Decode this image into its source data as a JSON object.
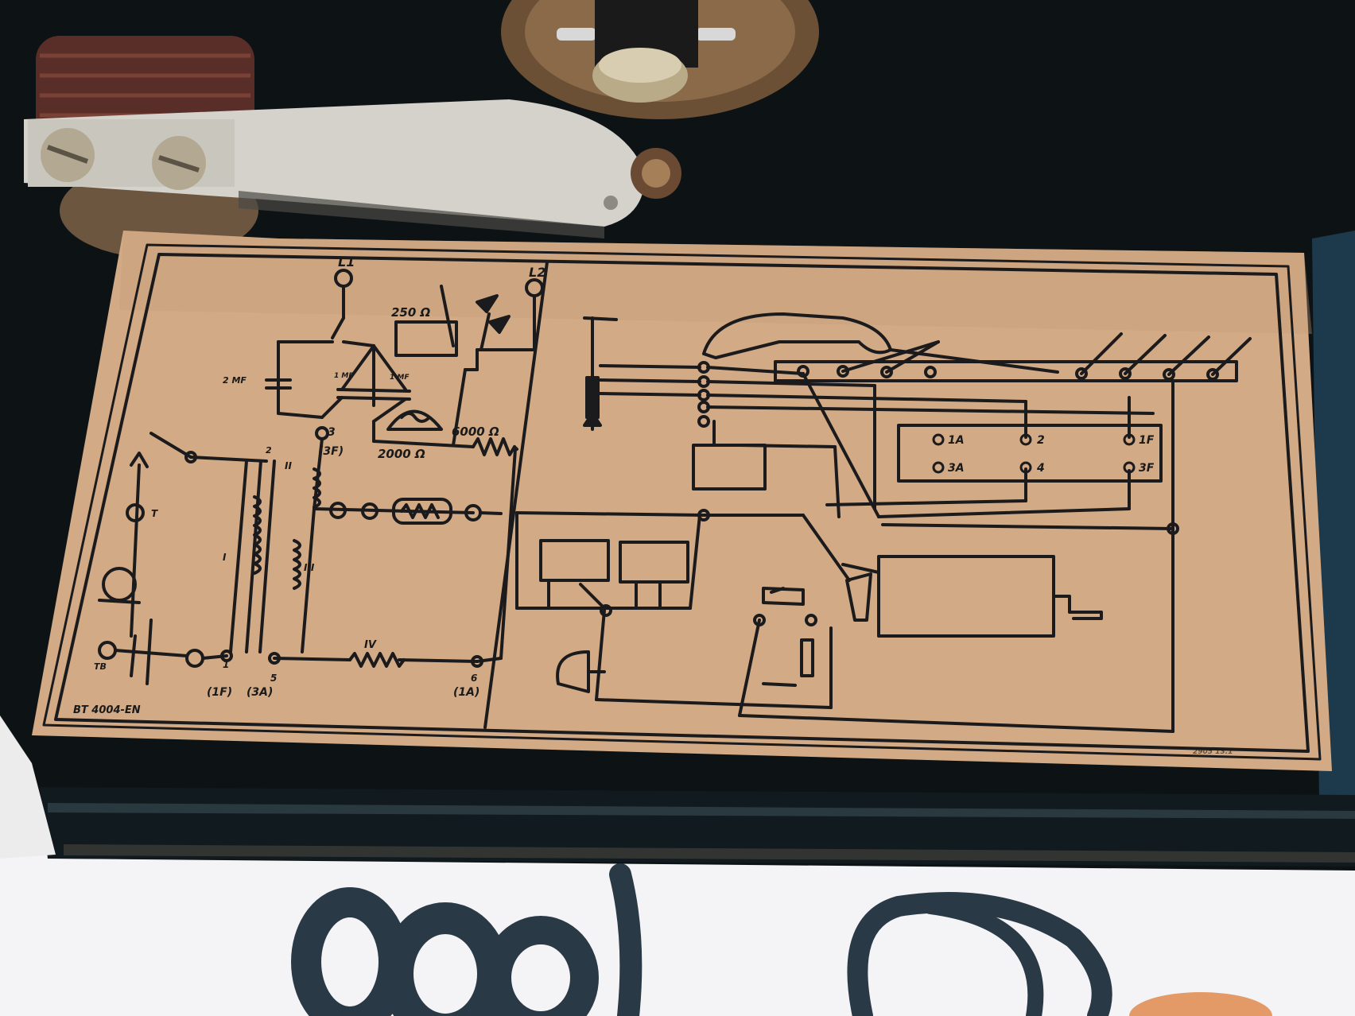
{
  "photo": {
    "colors": {
      "case": "#0d1214",
      "case_edge": "#1d2a30",
      "paper": "#d2aa85",
      "ink": "#1b1a1c",
      "metal": "#cfcfc8",
      "brass": "#6b5036",
      "cable": "#2a3946",
      "background": "#f4f4f6"
    }
  },
  "diagram": {
    "left": {
      "l1": "L1",
      "l2": "L2",
      "r250": "250 Ω",
      "c_2mf": "2 MF",
      "c_1mf_a": "1 MF",
      "c_1mf_b": "1 MF",
      "r2000": "2000 Ω",
      "r6000": "6000 Ω",
      "t3": "3",
      "t3f": "(3F)",
      "t2": "2",
      "winding_1": "I",
      "winding_2": "II",
      "winding_3": "III",
      "winding_4": "IV",
      "tb": "TB",
      "t1": "1",
      "t1f": "(1F)",
      "t5": "5",
      "t3a": "(3A)",
      "t6": "6",
      "t1a": "(1A)",
      "t_label": "T",
      "model": "BT 4004-EN"
    },
    "right": {
      "terminals": [
        "1A",
        "2",
        "1F",
        "3A",
        "4",
        "3F"
      ],
      "print_code": "2905 13.1"
    }
  }
}
